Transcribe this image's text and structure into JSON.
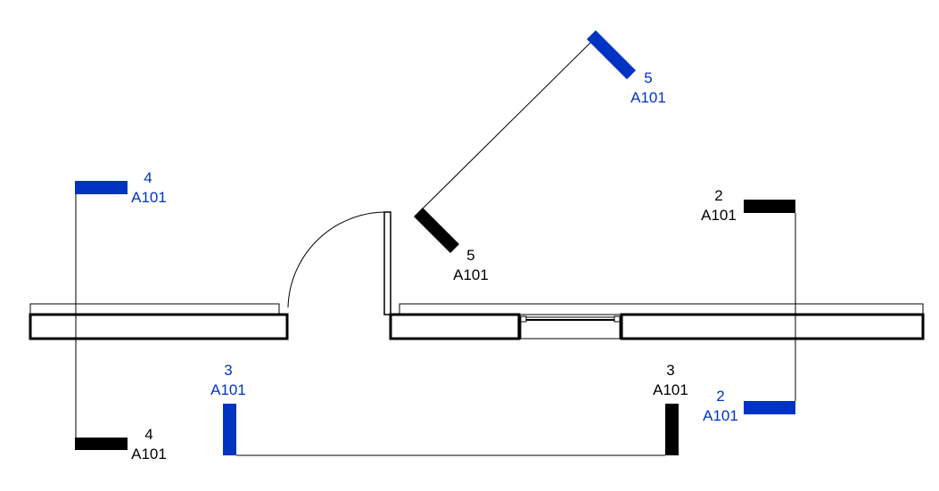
{
  "colors": {
    "selected": "#0033c4",
    "default": "#000000"
  },
  "sections": [
    {
      "id": "section-4",
      "head": {
        "number": "4",
        "sheet": "A101"
      },
      "tail": {
        "number": "4",
        "sheet": "A101"
      }
    },
    {
      "id": "section-3",
      "head": {
        "number": "3",
        "sheet": "A101"
      },
      "tail": {
        "number": "3",
        "sheet": "A101"
      }
    },
    {
      "id": "section-2",
      "head": {
        "number": "2",
        "sheet": "A101"
      },
      "tail": {
        "number": "2",
        "sheet": "A101"
      }
    },
    {
      "id": "section-5",
      "head": {
        "number": "5",
        "sheet": "A101"
      },
      "tail": {
        "number": "5",
        "sheet": "A101"
      }
    }
  ]
}
